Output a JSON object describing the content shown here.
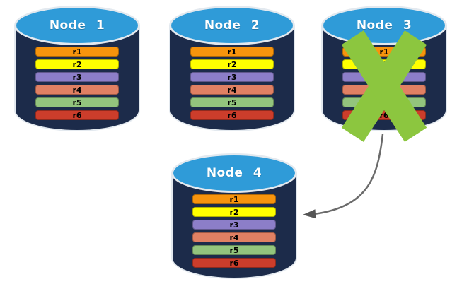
{
  "diagram": {
    "nodes": [
      {
        "label": "Node 1",
        "failed": false,
        "replicas": [
          "r1",
          "r2",
          "r3",
          "r4",
          "r5",
          "r6"
        ]
      },
      {
        "label": "Node 2",
        "failed": false,
        "replicas": [
          "r1",
          "r2",
          "r3",
          "r4",
          "r5",
          "r6"
        ]
      },
      {
        "label": "Node 3",
        "failed": true,
        "replicas": [
          "r1",
          "r2",
          "r3",
          "r4",
          "r5",
          "r6"
        ]
      },
      {
        "label": "Node 4",
        "failed": false,
        "replicas": [
          "r1",
          "r2",
          "r3",
          "r4",
          "r5",
          "r6"
        ]
      }
    ],
    "replica_colors": [
      "#F7940D",
      "#FFFF00",
      "#8C7EC8",
      "#E08063",
      "#93C47D",
      "#CC3D2B"
    ],
    "colors": {
      "background": "#FFFFFF",
      "cylinder_body": "#1C2B4A",
      "cylinder_top": "#2F9BD8",
      "cylinder_outline": "#E3E9EF",
      "node_label_text": "#FFFFFF",
      "bar_text": "#000000",
      "fail_x": "#8CC63F",
      "arrow_stroke": "#6B6B6B",
      "arrow_head": "#565656"
    },
    "arrow": {
      "from": "Node 3",
      "to": "Node 4"
    }
  }
}
